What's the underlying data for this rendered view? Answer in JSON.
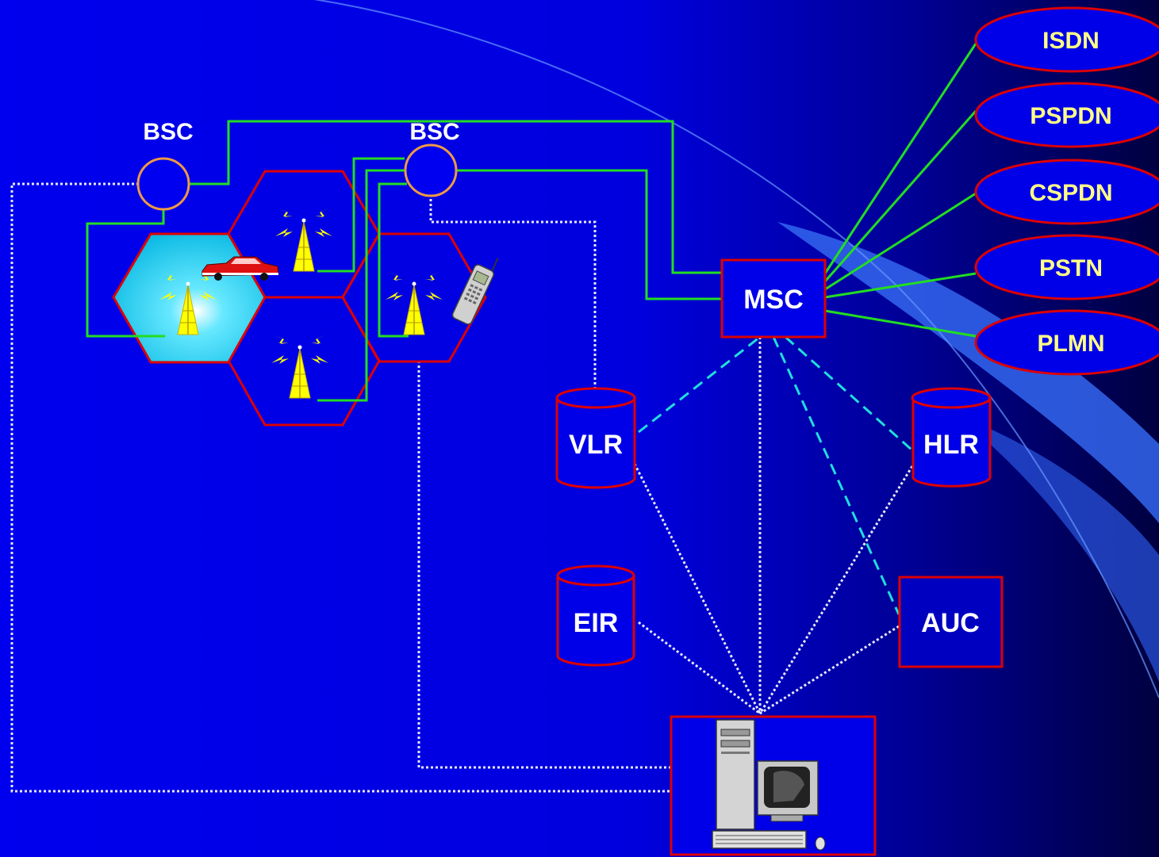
{
  "colors": {
    "background_left": "#0000ee",
    "background_right": "#000040",
    "link_green": "#22dd22",
    "signal_cyan": "#22dddd",
    "dotted_white": "#e8e8ff",
    "border_red": "#dd0000",
    "bsc_orange": "#ee9944",
    "label_white": "#ffffff",
    "label_yellow": "#ffff88",
    "antenna_yellow": "#ffff00",
    "active_cell": "#00ccee"
  },
  "labels": {
    "bsc_left": "BSC",
    "bsc_right": "BSC",
    "msc": "MSC",
    "vlr": "VLR",
    "hlr": "HLR",
    "eir": "EIR",
    "auc": "AUC"
  },
  "networks": [
    "ISDN",
    "PSPDN",
    "CSPDN",
    "PSTN",
    "PLMN"
  ],
  "icons": {
    "car": "car-icon",
    "phone": "mobile-phone-icon",
    "computer": "computer-workstation-icon",
    "antenna": "antenna-tower-icon"
  }
}
